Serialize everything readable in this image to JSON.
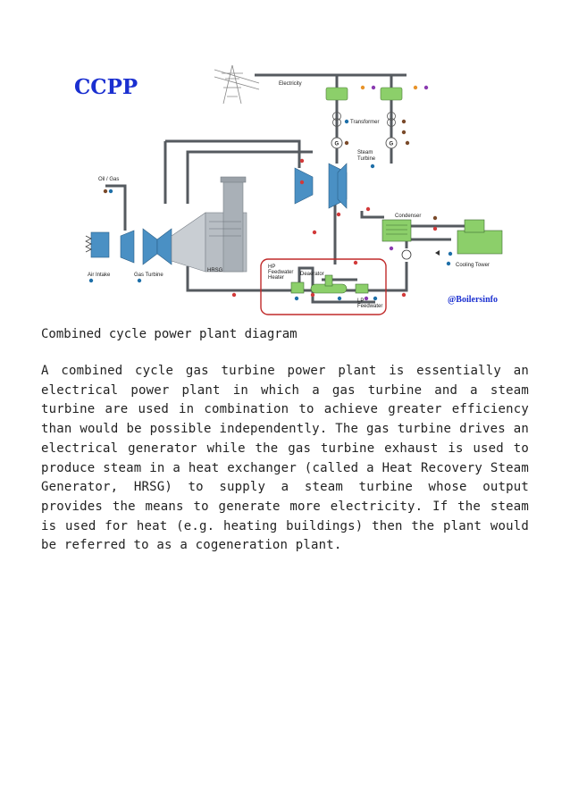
{
  "diagram": {
    "title": "CCPP",
    "labels": {
      "electricity": "Electricity",
      "transformer": "Transformer",
      "generator_left": "G",
      "generator_right": "G",
      "steam_turbine": "Steam\nTurbine",
      "oil_gas": "Oil / Gas",
      "condenser": "Condenser",
      "air_intake": "Air Intake",
      "gas_turbine": "Gas Turbine",
      "hrsg": "HRSG",
      "hp_feedwater_heater": "HP\nFeedwater\nHeater",
      "deaerator": "Deaerator",
      "lp_feedwater": "LP\nFeedwater",
      "cooling_tower": "Cooling Tower"
    },
    "watermark": "@Boilersinfo",
    "colors": {
      "pipe": "#555a5f",
      "turbine": "#4a90c4",
      "equipment_green": "#8ccf6a",
      "hrsg_grey": "#b8bec4",
      "highlight_border": "#c02a2a",
      "title_blue": "#1a2fd0",
      "dot_red": "#d23a3a",
      "dot_blue": "#1e6fa8",
      "dot_purple": "#8a3ab0",
      "dot_brown": "#7a4a2a",
      "dot_orange": "#e8932a"
    }
  },
  "caption": "Combined cycle power plant diagram",
  "body": "A combined cycle gas turbine power plant is essentially an electrical power plant in which a gas turbine and a steam turbine are used in combination to achieve greater efficiency than would be possible independently. The gas turbine drives an electrical generator while the gas turbine exhaust is used to produce steam in a heat exchanger (called a Heat Recovery Steam Generator, HRSG) to supply a steam turbine whose output provides the means to generate more electricity. If the steam is used for heat (e.g. heating buildings) then the plant would be referred to as a cogeneration plant."
}
